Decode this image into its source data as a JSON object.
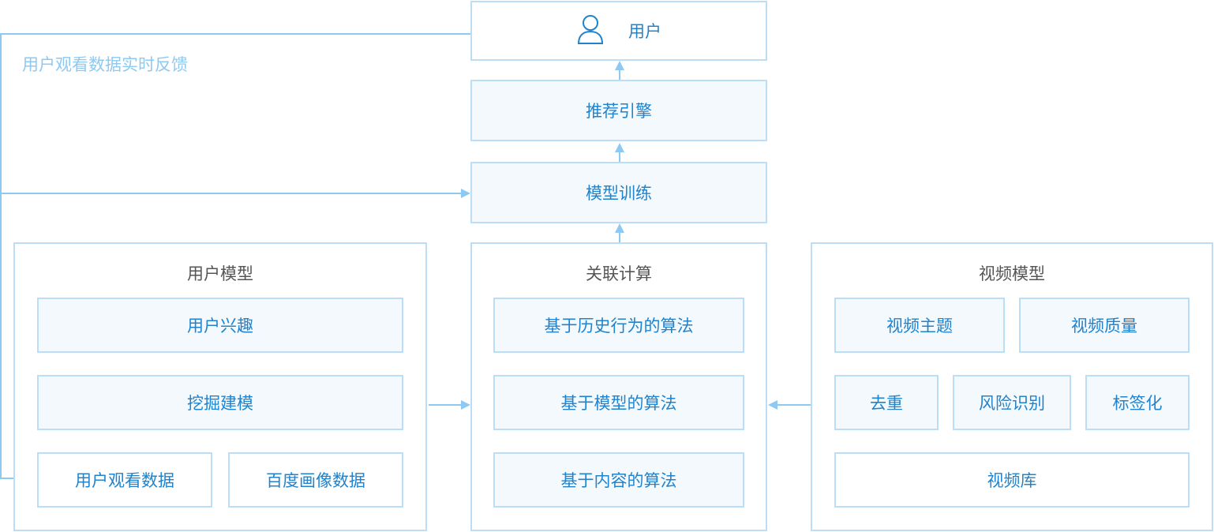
{
  "user": {
    "label": "用户",
    "icon": "user-icon"
  },
  "feedback_label": "用户观看数据实时反馈",
  "engine": "推荐引擎",
  "training": "模型训练",
  "user_model": {
    "title": "用户模型",
    "interest": "用户兴趣",
    "mining": "挖掘建模",
    "watch_data": "用户观看数据",
    "profile_data": "百度画像数据"
  },
  "association": {
    "title": "关联计算",
    "items": [
      "基于历史行为的算法",
      "基于模型的算法",
      "基于内容的算法"
    ]
  },
  "video_model": {
    "title": "视频模型",
    "topic": "视频主题",
    "quality": "视频质量",
    "dedup": "去重",
    "risk": "风险识别",
    "tagging": "标签化",
    "library": "视频库"
  },
  "colors": {
    "border": "#b9def5",
    "arrow": "#8ec9f2",
    "text": "#2183cc",
    "title_text": "#555555",
    "box_fill": "#f3f9fd"
  }
}
